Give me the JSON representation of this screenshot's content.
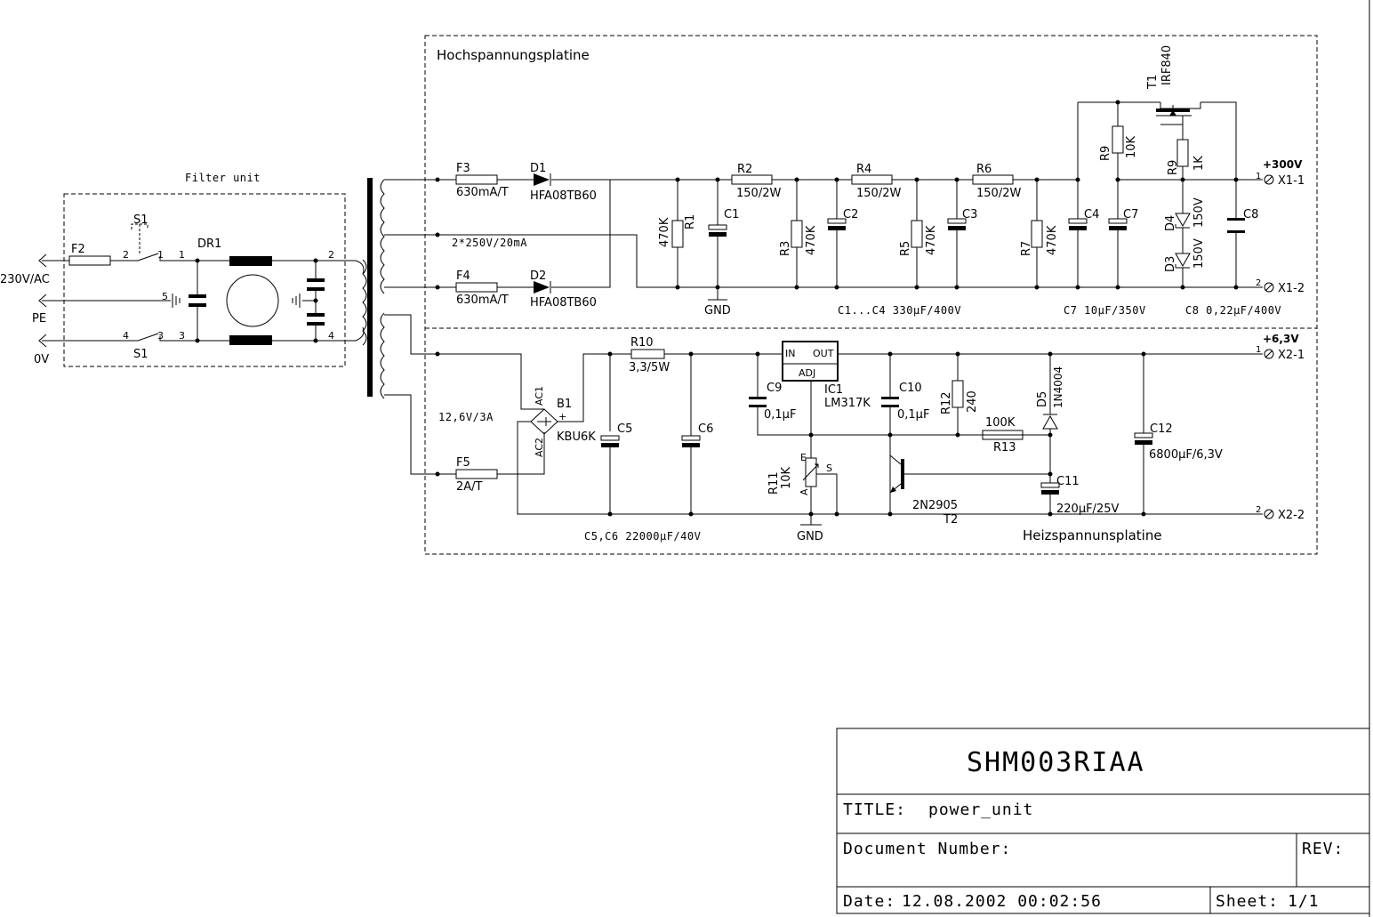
{
  "boards": {
    "hv_title": "Hochspannungsplatine",
    "heater_title": "Heizspannunsplatine",
    "filter_title": "Filter unit"
  },
  "filter": {
    "f2": "F2",
    "s1_top": "S1",
    "s1_bottom": "S1",
    "dr1": "DR1",
    "pin1": "1",
    "pin2": "2",
    "pin3": "3",
    "pin4": "4",
    "pin5": "5",
    "opin2": "2",
    "opin4": "4",
    "mains": "230V/AC",
    "pe": "PE",
    "zero": "0V"
  },
  "transformer": {
    "hv_winding": "2*250V/20mA",
    "lv_winding": "12,6V/3A"
  },
  "hv": {
    "f3": "F3",
    "f3_val": "630mA/T",
    "f4": "F4",
    "f4_val": "630mA/T",
    "d1": "D1",
    "d1_val": "HFA08TB60",
    "d2": "D2",
    "d2_val": "HFA08TB60",
    "r1": "R1",
    "r1_val": "470K",
    "c1": "C1",
    "gnd": "GND",
    "r2": "R2",
    "r2_val": "150/2W",
    "r3": "R3",
    "r3_val": "470K",
    "c2": "C2",
    "r4": "R4",
    "r4_val": "150/2W",
    "r5": "R5",
    "r5_val": "470K",
    "c3": "C3",
    "r6": "R6",
    "r6_val": "150/2W",
    "r7": "R7",
    "r7_val": "470K",
    "c4": "C4",
    "c1c4_note": "C1...C4 330µF/400V",
    "r9a": "R9",
    "r9a_val": "10K",
    "r9b": "R9",
    "r9b_val": "1K",
    "t1": "T1",
    "t1_val": "IRF840",
    "c7": "C7",
    "c7_note": "C7 10µF/350V",
    "d4": "D4",
    "d4_val": "150V",
    "d3": "D3",
    "d3_val": "150V",
    "c8": "C8",
    "c8_note": "C8 0,22µF/400V",
    "out_v": "+300V",
    "x1_1": "X1-1",
    "x1_2": "X1-2",
    "x1_pin1": "1",
    "x1_pin2": "2"
  },
  "heater": {
    "f5": "F5",
    "f5_val": "2A/T",
    "b1": "B1",
    "b1_val": "KBU6K",
    "ac1": "AC1",
    "ac2": "AC2",
    "plus": "+",
    "r10": "R10",
    "r10_val": "3,3/5W",
    "c5": "C5",
    "c6": "C6",
    "c5c6_note": "C5,C6 22000µF/40V",
    "c9": "C9",
    "c9_val": "0,1µF",
    "ic1": "IC1",
    "ic1_val": "LM317K",
    "ic_in": "IN",
    "ic_out": "OUT",
    "ic_adj": "ADJ",
    "c10": "C10",
    "c10_val": "0,1µF",
    "r11": "R11",
    "r11_val": "10K",
    "pot_e": "E",
    "pot_a": "A",
    "pot_s": "S",
    "gnd": "GND",
    "r12": "R12",
    "r12_val": "240",
    "r13": "R13",
    "r13_val": "100K",
    "d5": "D5",
    "d5_val": "1N4004",
    "t2": "T2",
    "t2_val": "2N2905",
    "c11": "C11",
    "c11_val": "220µF/25V",
    "c12": "C12",
    "c12_val": "6800µF/6,3V",
    "out_v": "+6,3V",
    "x2_1": "X2-1",
    "x2_2": "X2-2",
    "x2_pin1": "1",
    "x2_pin2": "2"
  },
  "title_block": {
    "project": "SHM003RIAA",
    "title_label": "TITLE:",
    "title_value": "power_unit",
    "docnum_label": "Document Number:",
    "rev_label": "REV:",
    "date_label": "Date:",
    "date_value": "12.08.2002 00:02:56",
    "sheet_label": "Sheet:",
    "sheet_value": "1/1"
  }
}
